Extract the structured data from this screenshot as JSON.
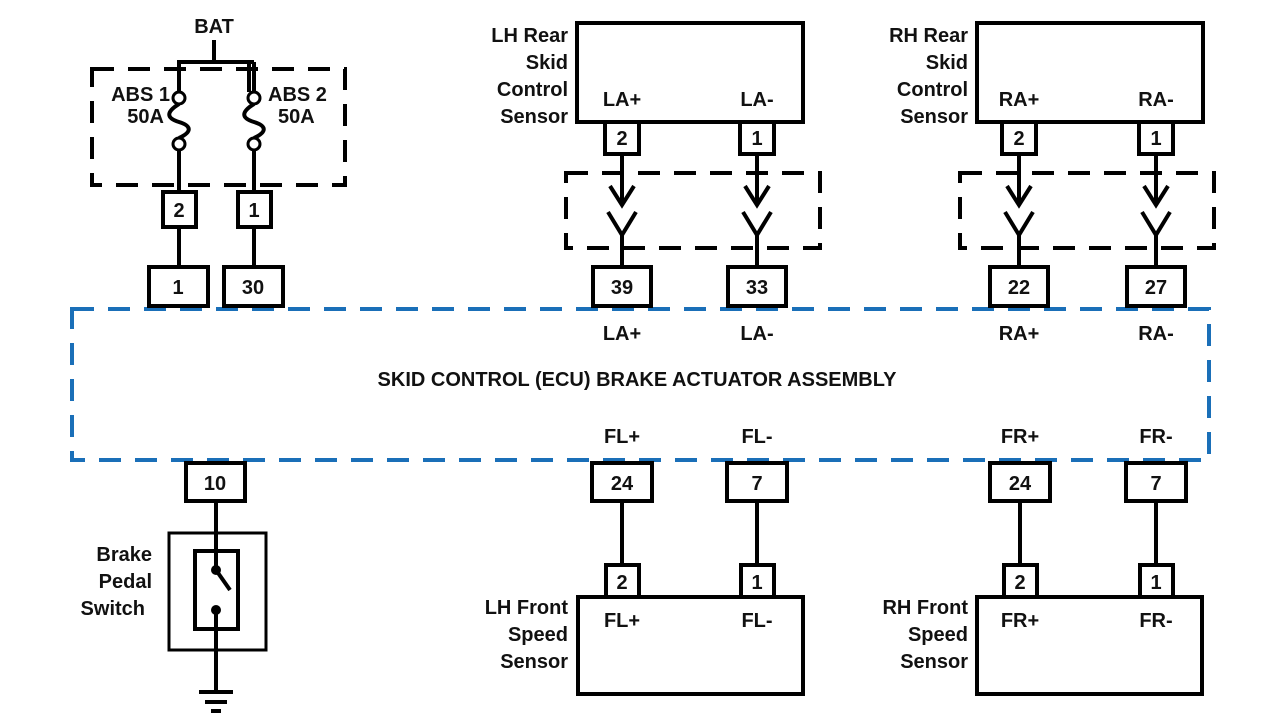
{
  "diagram": {
    "title": "SKID CONTROL (ECU) BRAKE ACTUATOR ASSEMBLY",
    "colors": {
      "ecu_outline": "#1a6fb8",
      "wire": "#000000"
    },
    "power": {
      "source": "BAT",
      "fuses": [
        {
          "name": "ABS 1",
          "rating": "50A",
          "connector_pin": "2",
          "ecu_pin": "1"
        },
        {
          "name": "ABS 2",
          "rating": "50A",
          "connector_pin": "1",
          "ecu_pin": "30"
        }
      ]
    },
    "brake_switch": {
      "label_lines": [
        "Brake",
        "Pedal",
        "Switch"
      ],
      "ecu_pin": "10"
    },
    "rear_sensors": [
      {
        "label_lines": [
          "LH Rear",
          "Skid",
          "Control",
          "Sensor"
        ],
        "terminals": [
          {
            "name": "LA+",
            "sensor_pin": "2",
            "ecu_pin": "39",
            "ecu_label": "LA+"
          },
          {
            "name": "LA-",
            "sensor_pin": "1",
            "ecu_pin": "33",
            "ecu_label": "LA-"
          }
        ]
      },
      {
        "label_lines": [
          "RH Rear",
          "Skid",
          "Control",
          "Sensor"
        ],
        "terminals": [
          {
            "name": "RA+",
            "sensor_pin": "2",
            "ecu_pin": "22",
            "ecu_label": "RA+"
          },
          {
            "name": "RA-",
            "sensor_pin": "1",
            "ecu_pin": "27",
            "ecu_label": "RA-"
          }
        ]
      }
    ],
    "front_sensors": [
      {
        "label_lines": [
          "LH Front",
          "Speed",
          "Sensor"
        ],
        "terminals": [
          {
            "name": "FL+",
            "sensor_pin": "2",
            "ecu_pin": "24",
            "ecu_label": "FL+"
          },
          {
            "name": "FL-",
            "sensor_pin": "1",
            "ecu_pin": "7",
            "ecu_label": "FL-"
          }
        ]
      },
      {
        "label_lines": [
          "RH Front",
          "Speed",
          "Sensor"
        ],
        "terminals": [
          {
            "name": "FR+",
            "sensor_pin": "2",
            "ecu_pin": "24",
            "ecu_label": "FR+"
          },
          {
            "name": "FR-",
            "sensor_pin": "1",
            "ecu_pin": "7",
            "ecu_label": "FR-"
          }
        ]
      }
    ]
  }
}
